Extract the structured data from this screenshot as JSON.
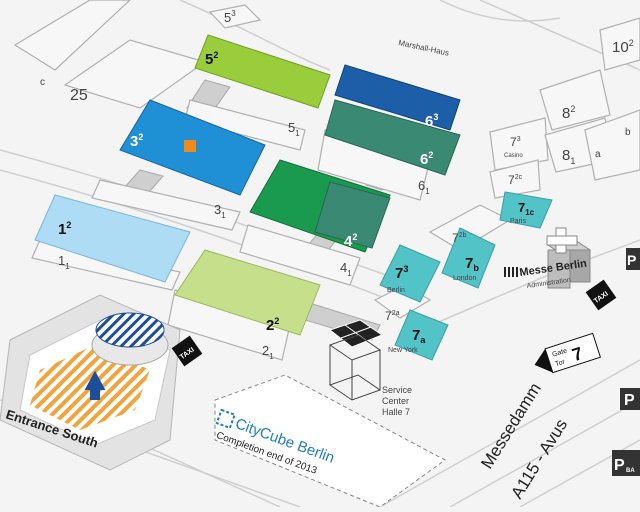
{
  "halls": [
    {
      "id": "5",
      "sup": "3",
      "fill": "none"
    },
    {
      "id": "5",
      "sup": "2",
      "fill": "#9acd3c"
    },
    {
      "id": "5",
      "sup": "1",
      "fill": "none"
    },
    {
      "id": "3",
      "sup": "2",
      "fill": "#1f8fd6"
    },
    {
      "id": "3",
      "sup": "1",
      "fill": "none"
    },
    {
      "id": "1",
      "sup": "2",
      "fill": "#aedcf5"
    },
    {
      "id": "1",
      "sup": "1",
      "fill": "none"
    },
    {
      "id": "6",
      "sup": "3",
      "fill": "#1c5fa8"
    },
    {
      "id": "6",
      "sup": "2",
      "fill": "#3a8a73"
    },
    {
      "id": "6",
      "sup": "1",
      "fill": "none"
    },
    {
      "id": "4",
      "sup": "2",
      "fill": "#1a9a4e"
    },
    {
      "id": "4",
      "sup": "1",
      "fill": "none"
    },
    {
      "id": "2",
      "sup": "2",
      "fill": "#c5df8a"
    },
    {
      "id": "2",
      "sup": "1",
      "fill": "none"
    },
    {
      "id": "7",
      "sup": "3",
      "fill": "#52c4c8"
    },
    {
      "id": "7",
      "sup": "b",
      "fill": "#52c4c8"
    },
    {
      "id": "7",
      "sup": "a",
      "fill": "#52c4c8"
    },
    {
      "id": "7",
      "sup": "1c",
      "fill": "#52c4c8"
    },
    {
      "id": "7",
      "sup": "2b",
      "fill": "none"
    },
    {
      "id": "7",
      "sup": "2a",
      "fill": "none"
    },
    {
      "id": "7",
      "sup": "2c",
      "fill": "none"
    },
    {
      "id": "7",
      "sup": "3",
      "fill": "none"
    },
    {
      "id": "8",
      "sup": "2",
      "fill": "none"
    },
    {
      "id": "8",
      "sup": "1",
      "fill": "none"
    },
    {
      "id": "10",
      "sup": "2",
      "fill": "none"
    },
    {
      "id": "25",
      "sup": "",
      "fill": "none"
    }
  ],
  "hall_sublabels": {
    "berlin": "Berlin",
    "london": "London",
    "new_york": "New York",
    "paris": "Paris",
    "casino": "Casino"
  },
  "letters": {
    "a": "a",
    "b": "b",
    "c": "c"
  },
  "places": {
    "marshall_haus": "Marshall-Haus",
    "entrance_south": "Entrance South",
    "service_center": [
      "Service",
      "Center",
      "Halle 7"
    ],
    "messe_berlin": "Messe Berlin",
    "administration": "Administration",
    "citycube_title": "CityCube Berlin",
    "citycube_sub1": "Completion end of 2013",
    "messedamm": "Messedamm",
    "a115": "A115 - Avus"
  },
  "signs": {
    "taxi": "TAXI",
    "gate_label": "Gate",
    "gate_tor": "Tor",
    "gate_num": "7",
    "parking_p": "P",
    "parking_ba": "BA"
  },
  "colors": {
    "hall_light_blue": "#aedcf5",
    "hall_blue": "#1f8fd6",
    "hall_lime": "#9acd3c",
    "hall_light_green": "#c5df8a",
    "hall_green": "#1a9a4e",
    "hall_teal": "#3a8a73",
    "hall_dark_blue": "#1c5fa8",
    "hall_cyan": "#52c4c8",
    "accent_orange": "#f08a1d",
    "entrance_stripe": "#f3a33b",
    "entrance_arrow": "#1c4e9a",
    "citycube_blue": "#1f7dc4"
  }
}
